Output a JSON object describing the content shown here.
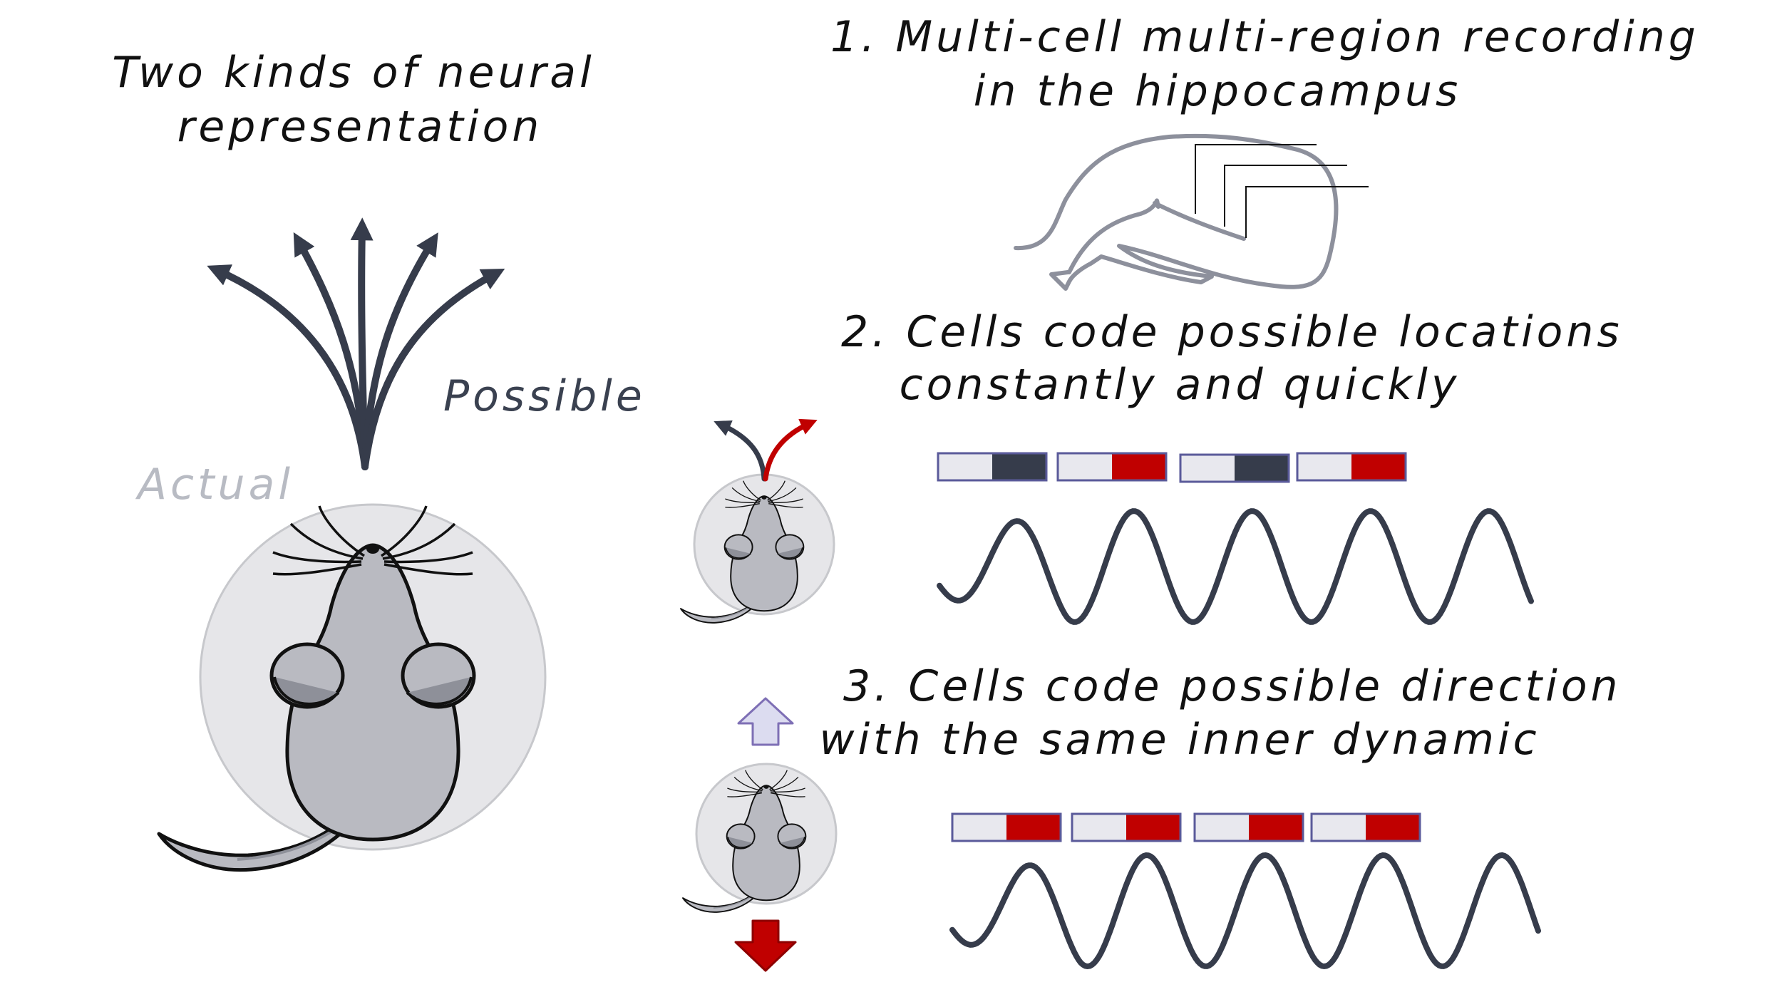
{
  "title": {
    "line1": "Two kinds of neural",
    "line2": "representation"
  },
  "labels": {
    "possible": "Possible",
    "actual": "Actual"
  },
  "steps": [
    {
      "line1": "1.  Multi-cell multi-region recording",
      "line2": "in the hippocampus"
    },
    {
      "line1": "2. Cells code possible locations",
      "line2": "constantly and quickly"
    },
    {
      "line1": "3. Cells code possible direction",
      "line2": "with the same inner dynamic"
    }
  ],
  "colors": {
    "dark": "#363c4b",
    "red": "#c00000",
    "ink": "#111111",
    "possible_label": "#3a4150",
    "actual_label": "#b8bbc3",
    "mouse_fill": "#b9bac1",
    "mouse_ear_inner": "#8e9099",
    "arena_fill": "#e6e6e9",
    "arena_stroke": "#c7c8cc",
    "light_cell": "#e8e8ee",
    "box_border": "#5a5a9a",
    "hippo_stroke": "#8d909c",
    "up_arrow_fill": "#dcdcf0",
    "up_arrow_stroke": "#7e6fb5"
  },
  "sequences": [
    [
      "dark",
      "red",
      "dark",
      "red"
    ],
    [
      "red",
      "red",
      "red",
      "red"
    ]
  ]
}
